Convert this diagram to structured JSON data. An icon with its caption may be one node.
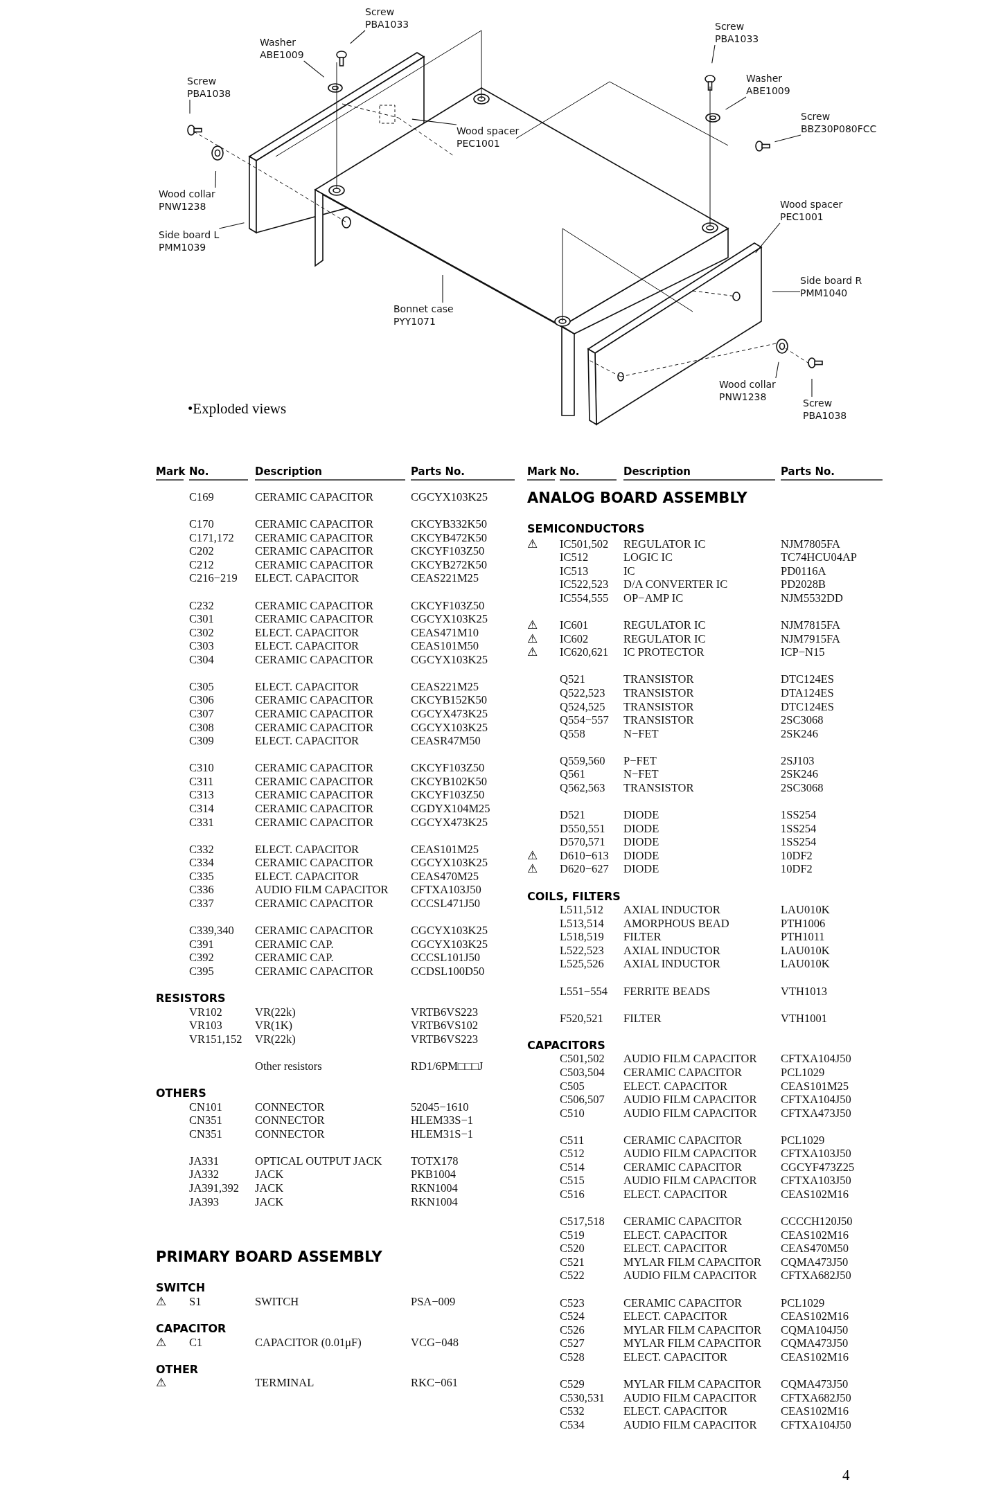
{
  "diagram": {
    "nodes": [
      {
        "text": [
          "Screw",
          "PBA1033"
        ]
      },
      {
        "text": [
          "Washer",
          "ABE1009"
        ]
      },
      {
        "text": [
          "Screw",
          "PBA1038"
        ]
      },
      {
        "text": [
          "Wood spacer",
          "PEC1001"
        ]
      },
      {
        "text": [
          "Wood collar",
          "PNW1238"
        ]
      },
      {
        "text": [
          "Side board L",
          "PMM1039"
        ]
      },
      {
        "text": [
          "Bonnet case",
          "PYY1071"
        ]
      },
      {
        "text": [
          "Screw",
          "PBA1033"
        ]
      },
      {
        "text": [
          "Washer",
          "ABE1009"
        ]
      },
      {
        "text": [
          "Screw",
          "BBZ30P080FCC"
        ]
      },
      {
        "text": [
          "Wood spacer",
          "PEC1001"
        ]
      },
      {
        "text": [
          "Side board R",
          "PMM1040"
        ]
      },
      {
        "text": [
          "Wood collar",
          "PNW1238"
        ]
      },
      {
        "text": [
          "Screw",
          "PBA1038"
        ]
      }
    ],
    "edges": [
      {
        "from": 0,
        "to": null,
        "arrow": "none"
      },
      {
        "from": 1,
        "to": null,
        "arrow": "none"
      },
      {
        "from": 2,
        "to": null,
        "arrow": "none"
      },
      {
        "from": 3,
        "to": null,
        "arrow": "none"
      },
      {
        "from": 4,
        "to": null,
        "arrow": "none"
      },
      {
        "from": 5,
        "to": null,
        "arrow": "none"
      },
      {
        "from": 6,
        "to": null,
        "arrow": "none"
      },
      {
        "from": 7,
        "to": null,
        "arrow": "none"
      },
      {
        "from": 8,
        "to": null,
        "arrow": "none"
      },
      {
        "from": 9,
        "to": null,
        "arrow": "none"
      },
      {
        "from": 10,
        "to": null,
        "arrow": "none"
      },
      {
        "from": 11,
        "to": null,
        "arrow": "none"
      },
      {
        "from": 12,
        "to": null,
        "arrow": "none"
      },
      {
        "from": 13,
        "to": null,
        "arrow": "none"
      }
    ],
    "labels": [
      "•Exploded views",
      "Mark",
      "No.",
      "Description",
      "Parts No.",
      "C169",
      "CERAMIC CAPACITOR",
      "CGCYX103K25",
      "C170",
      "CERAMIC CAPACITOR",
      "CKCYB332K50",
      "C171,172",
      "CERAMIC CAPACITOR",
      "CKCYB472K50",
      "C202",
      "CERAMIC CAPACITOR",
      "CKCYF103Z50",
      "C212",
      "CERAMIC CAPACITOR",
      "CKCYB272K50",
      "C216−219",
      "ELECT. CAPACITOR",
      "CEAS221M25",
      "C232",
      "CERAMIC CAPACITOR",
      "CKCYF103Z50",
      "C301",
      "CERAMIC CAPACITOR",
      "CGCYX103K25",
      "C302",
      "ELECT. CAPACITOR",
      "CEAS471M10",
      "C303",
      "ELECT. CAPACITOR",
      "CEAS101M50",
      "C304",
      "CERAMIC CAPACITOR",
      "CGCYX103K25",
      "C305",
      "ELECT. CAPACITOR",
      "CEAS221M25",
      "C306",
      "CERAMIC CAPACITOR",
      "CKCYB152K50",
      "C307",
      "CERAMIC CAPACITOR",
      "CGCYX473K25",
      "C308",
      "CERAMIC CAPACITOR",
      "CGCYX103K25",
      "C309",
      "ELECT. CAPACITOR",
      "CEASR47M50",
      "C310",
      "CERAMIC CAPACITOR",
      "CKCYF103Z50",
      "C311",
      "CERAMIC CAPACITOR",
      "CKCYB102K50",
      "C313",
      "CERAMIC CAPACITOR",
      "CKCYF103Z50",
      "C314",
      "CERAMIC CAPACITOR",
      "CGDYX104M25",
      "C331",
      "CERAMIC CAPACITOR",
      "CGCYX473K25",
      "C332",
      "ELECT. CAPACITOR",
      "CEAS101M25",
      "C334",
      "CERAMIC CAPACITOR",
      "CGCYX103K25",
      "C335",
      "ELECT. CAPACITOR",
      "CEAS470M25",
      "C336",
      "AUDIO FILM CAPACITOR",
      "CFTXA103J50",
      "C337",
      "CERAMIC CAPACITOR",
      "CCCSL471J50",
      "C339,340",
      "CERAMIC CAPACITOR",
      "CGCYX103K25",
      "C391",
      "CERAMIC CAP.",
      "CGCYX103K25",
      "C392",
      "CERAMIC CAP.",
      "CCCSL101J50",
      "C395",
      "CERAMIC CAPACITOR",
      "CCDSL100D50",
      "RESISTORS",
      "VR102",
      "VR(22k)",
      "VRTB6VS223",
      "VR103",
      "VR(1K)",
      "VRTB6VS102",
      "VR151,152",
      "VR(22k)",
      "VRTB6VS223",
      "Other resistors",
      "RD1/6PM□□□J",
      "OTHERS",
      "CN101",
      "CONNECTOR",
      "52045−1610",
      "CN351",
      "CONNECTOR",
      "HLEM33S−1",
      "CN351",
      "CONNECTOR",
      "HLEM31S−1",
      "JA331",
      "OPTICAL OUTPUT JACK",
      "TOTX178",
      "JA332",
      "JACK",
      "PKB1004",
      "JA391,392",
      "JACK",
      "RKN1004",
      "JA393",
      "JACK",
      "RKN1004",
      "PRIMARY BOARD ASSEMBLY",
      "SWITCH",
      "⚠",
      "S1",
      "SWITCH",
      "PSA−009",
      "CAPACITOR",
      "⚠",
      "C1",
      "CAPACITOR (0.01μF)",
      "VCG−048",
      "OTHER",
      "⚠",
      "TERMINAL",
      "RKC−061",
      "Mark",
      "No.",
      "Description",
      "Parts No.",
      "ANALOG BOARD ASSEMBLY",
      "SEMICONDUCTORS",
      "⚠",
      "IC501,502",
      "REGULATOR IC",
      "NJM7805FA",
      "IC512",
      "LOGIC IC",
      "TC74HCU04AP",
      "IC513",
      "IC",
      "PD0116A",
      "IC522,523",
      "D/A CONVERTER IC",
      "PD2028B",
      "IC554,555",
      "OP−AMP IC",
      "NJM5532DD",
      "⚠",
      "IC601",
      "REGULATOR IC",
      "NJM7815FA",
      "⚠",
      "IC602",
      "REGULATOR IC",
      "NJM7915FA",
      "⚠",
      "IC620,621",
      "IC PROTECTOR",
      "ICP−N15",
      "Q521",
      "TRANSISTOR",
      "DTC124ES",
      "Q522,523",
      "TRANSISTOR",
      "DTA124ES",
      "Q524,525",
      "TRANSISTOR",
      "DTC124ES",
      "Q554−557",
      "TRANSISTOR",
      "2SC3068",
      "Q558",
      "N−FET",
      "2SK246",
      "Q559,560",
      "P−FET",
      "2SJ103",
      "Q561",
      "N−FET",
      "2SK246",
      "Q562,563",
      "TRANSISTOR",
      "2SC3068",
      "D521",
      "DIODE",
      "1SS254",
      "D550,551",
      "DIODE",
      "1SS254",
      "D570,571",
      "DIODE",
      "1SS254",
      "⚠",
      "D610−613",
      "DIODE",
      "10DF2",
      "⚠",
      "D620−627",
      "DIODE",
      "10DF2",
      "COILS, FILTERS",
      "L511,512",
      "AXIAL INDUCTOR",
      "LAU010K",
      "L513,514",
      "AMORPHOUS BEAD",
      "PTH1006",
      "L518,519",
      "FILTER",
      "PTH1011",
      "L522,523",
      "AXIAL INDUCTOR",
      "LAU010K",
      "L525,526",
      "AXIAL INDUCTOR",
      "LAU010K",
      "L551−554",
      "FERRITE BEADS",
      "VTH1013",
      "F520,521",
      "FILTER",
      "VTH1001",
      "CAPACITORS",
      "C501,502",
      "AUDIO FILM CAPACITOR",
      "CFTXA104J50",
      "C503,504",
      "CERAMIC CAPACITOR",
      "PCL1029",
      "C505",
      "ELECT. CAPACITOR",
      "CEAS101M25",
      "C506,507",
      "AUDIO FILM CAPACITOR",
      "CFTXA104J50",
      "C510",
      "AUDIO FILM CAPACITOR",
      "CFTXA473J50",
      "C511",
      "CERAMIC CAPACITOR",
      "PCL1029",
      "C512",
      "AUDIO FILM CAPACITOR",
      "CFTXA103J50",
      "C514",
      "CERAMIC CAPACITOR",
      "CGCYF473Z25",
      "C515",
      "AUDIO FILM CAPACITOR",
      "CFTXA103J50",
      "C516",
      "ELECT. CAPACITOR",
      "CEAS102M16",
      "C517,518",
      "CERAMIC CAPACITOR",
      "CCCCH120J50",
      "C519",
      "ELECT. CAPACITOR",
      "CEAS102M16",
      "C520",
      "ELECT. CAPACITOR",
      "CEAS470M50",
      "C521",
      "MYLAR FILM CAPACITOR",
      "CQMA473J50",
      "C522",
      "AUDIO FILM CAPACITOR",
      "CFTXA682J50",
      "C523",
      "CERAMIC CAPACITOR",
      "PCL1029",
      "C524",
      "ELECT. CAPACITOR",
      "CEAS102M16",
      "C526",
      "MYLAR FILM CAPACITOR",
      "CQMA104J50",
      "C527",
      "MYLAR FILM CAPACITOR",
      "CQMA473J50",
      "C528",
      "ELECT. CAPACITOR",
      "CEAS102M16",
      "C529",
      "MYLAR FILM CAPACITOR",
      "CQMA473J50",
      "C530,531",
      "AUDIO FILM CAPACITOR",
      "CFTXA682J50",
      "C532",
      "ELECT. CAPACITOR",
      "CEAS102M16",
      "C534",
      "AUDIO FILM CAPACITOR",
      "CFTXA104J50",
      "4"
    ]
  }
}
